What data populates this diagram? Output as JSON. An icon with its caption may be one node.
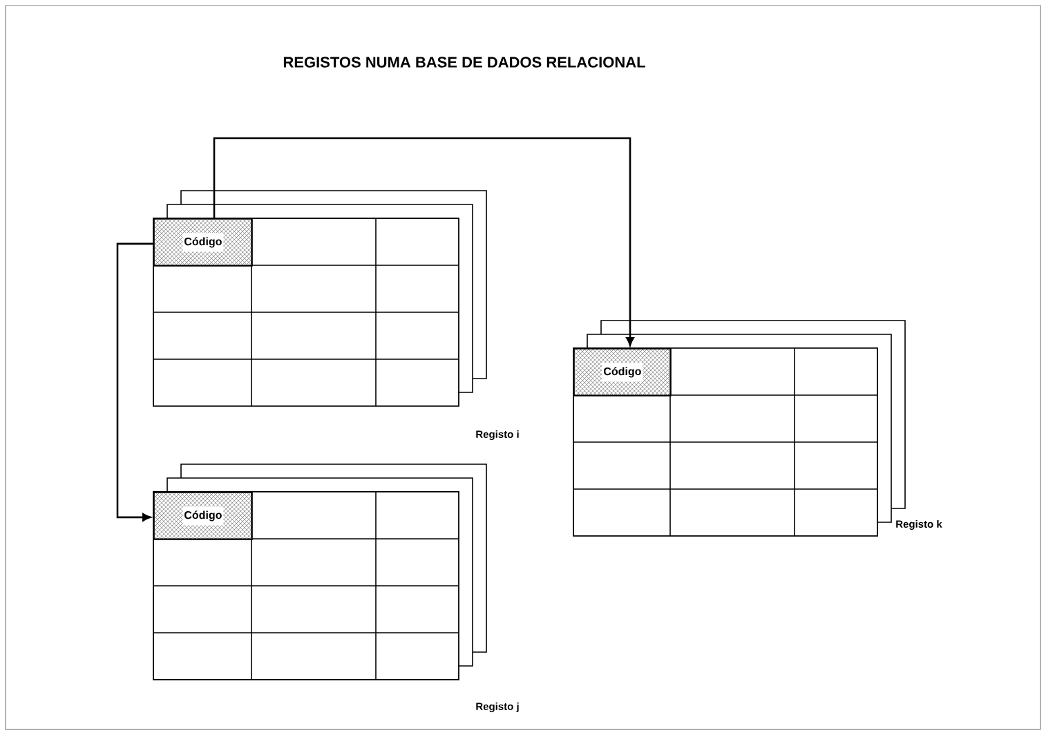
{
  "diagram": {
    "title": "REGISTOS NUMA BASE DE DADOS RELACIONAL",
    "nodes": [
      {
        "text": [
          "Código"
        ]
      },
      {
        "text": [
          "Código"
        ]
      },
      {
        "text": [
          "Código"
        ]
      }
    ],
    "edges": [
      {
        "from": 0,
        "to": 2,
        "arrow": "to"
      },
      {
        "from": 0,
        "to": 1,
        "arrow": "to"
      }
    ],
    "labels": [
      "Registo i",
      "Registo k",
      "Registo j"
    ]
  }
}
